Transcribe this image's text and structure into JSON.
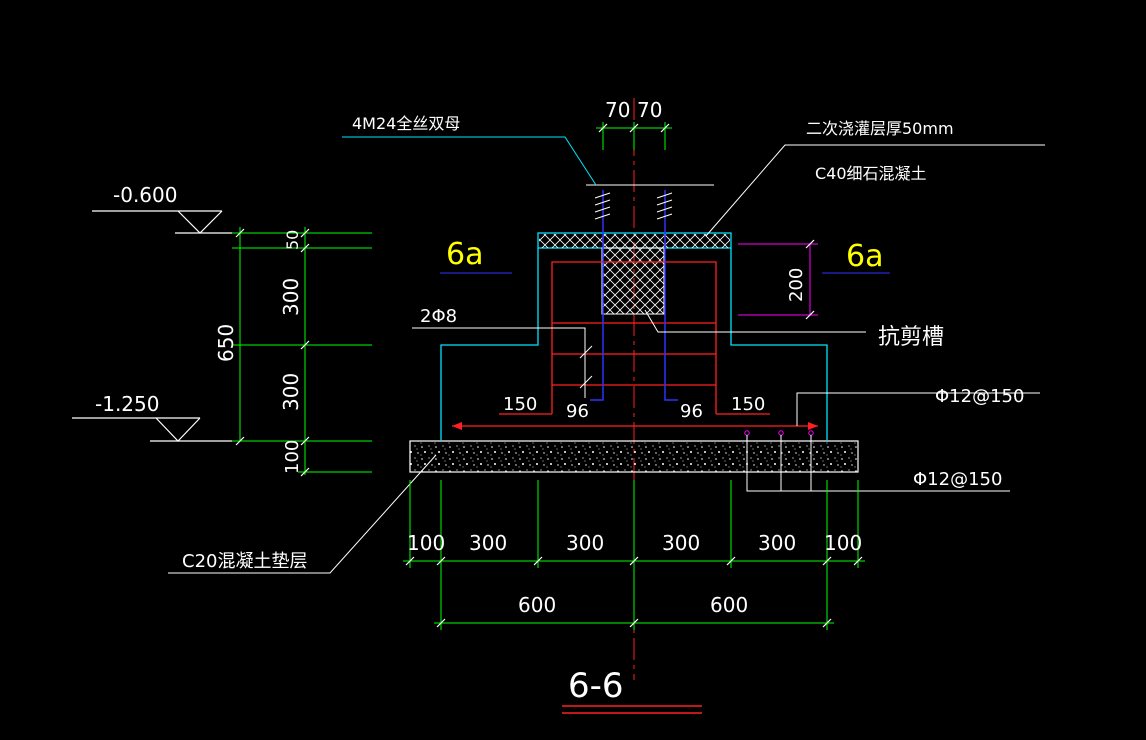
{
  "colors": {
    "background": "#000000",
    "white": "#ffffff",
    "green": "#00ff00",
    "cyan": "#00e5ff",
    "red": "#ff2020",
    "blue": "#3030ff",
    "yellow": "#ffff00",
    "magenta": "#ff00ff"
  },
  "labels": {
    "bolt_note": "4M24全丝双母",
    "grout_note": "二次浇灌层厚50mm",
    "concrete_note": "C40细石混凝土",
    "shear_note": "抗剪槽",
    "stirrup_note": "2Φ8",
    "rebar_top": "Φ12@150",
    "rebar_bottom": "Φ12@150",
    "pad_note": "C20混凝土垫层",
    "section_title": "6-6",
    "section_mark_left": "6a",
    "section_mark_right": "6a",
    "elev_top": "-0.600",
    "elev_bottom": "-1.250"
  },
  "dimensions": {
    "top_left": "70",
    "top_right": "70",
    "grout_depth": "200",
    "v50": "50",
    "v300a": "300",
    "v300b": "300",
    "v100": "100",
    "v650": "650",
    "offset_left": "150",
    "offset_right": "150",
    "gap_left": "96",
    "gap_right": "96",
    "b100a": "100",
    "b300a": "300",
    "b300b": "300",
    "b300c": "300",
    "b300d": "300",
    "b100b": "100",
    "b600a": "600",
    "b600b": "600"
  }
}
